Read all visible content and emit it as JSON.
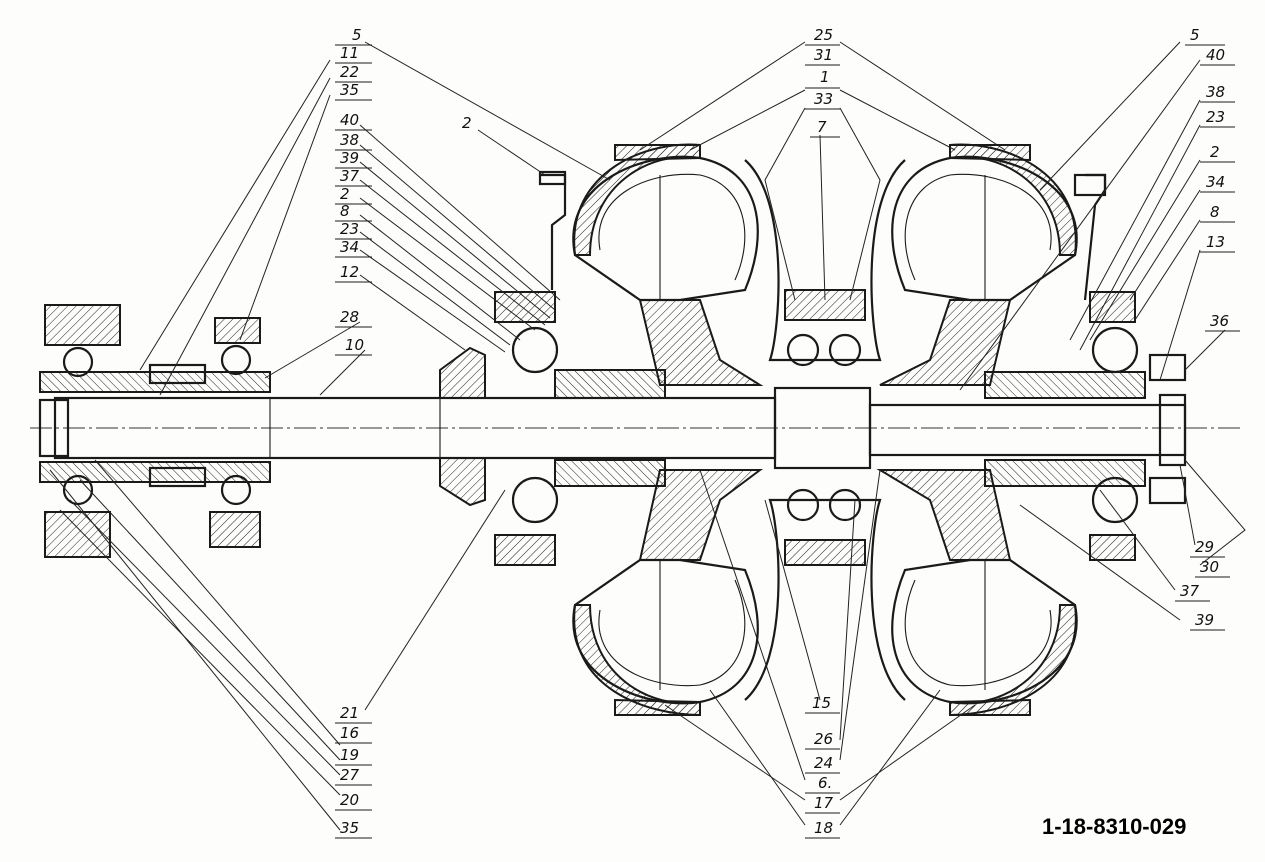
{
  "drawing_number": "1-18-8310-029",
  "labels_left": [
    "5",
    "11",
    "22",
    "35",
    "40",
    "38",
    "39",
    "37",
    "2",
    "8",
    "23",
    "34",
    "12",
    "28",
    "10"
  ],
  "labels_top_center": [
    "25",
    "31",
    "1",
    "33",
    "7"
  ],
  "labels_right": [
    "5",
    "40",
    "38",
    "23",
    "2",
    "34",
    "8",
    "13",
    "36",
    "29",
    "30",
    "37",
    "39"
  ],
  "labels_bottom_left": [
    "21",
    "16",
    "19",
    "27",
    "20",
    "35"
  ],
  "labels_bottom_center": [
    "15",
    "26",
    "24",
    "6.",
    "17",
    "18"
  ],
  "label_2_top": "2"
}
